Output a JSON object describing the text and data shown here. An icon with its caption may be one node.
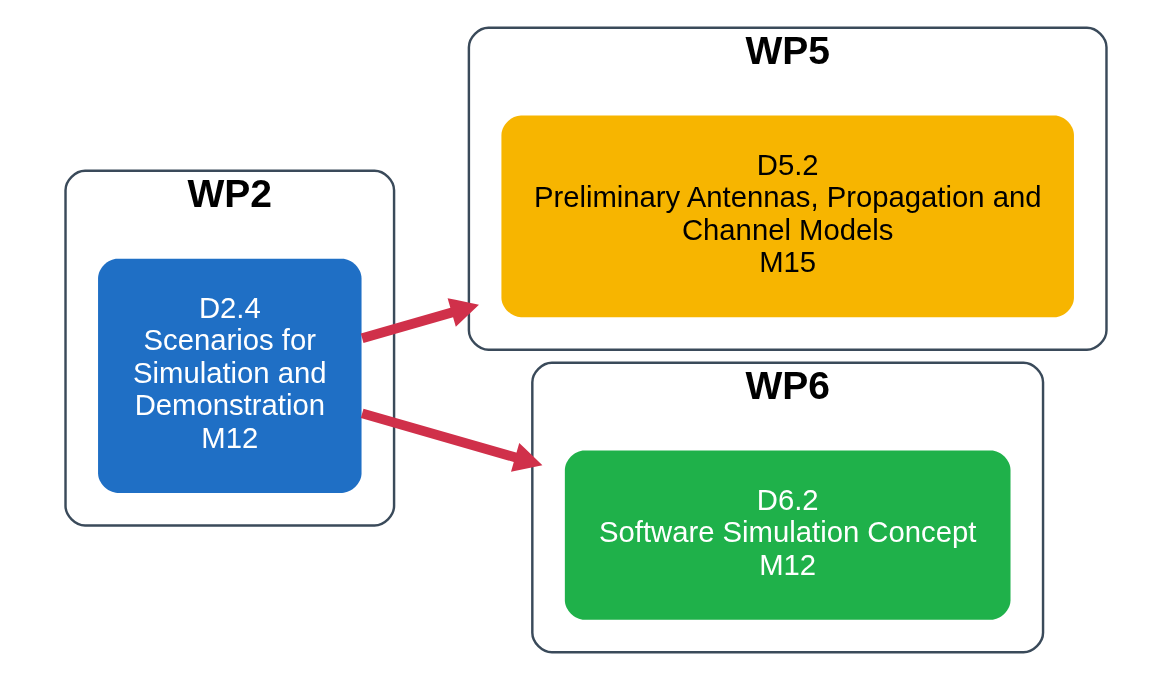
{
  "diagram": {
    "nodes": [
      {
        "text": [
          "WP2"
        ]
      },
      {
        "text": [
          "D2.4",
          "Scenarios for Simulation and Demonstration",
          "M12"
        ],
        "in": 0
      },
      {
        "text": [
          "WP5"
        ]
      },
      {
        "text": [
          "D5.2",
          "Preliminary Antennas, Propagation and Channel Models",
          "M15"
        ],
        "in": 2
      },
      {
        "text": [
          "WP6"
        ]
      },
      {
        "text": [
          "D6.2",
          "Software Simulation Concept",
          "M12"
        ],
        "in": 4
      }
    ],
    "edges": [
      {
        "from": 1,
        "to": 2,
        "arrow": "to"
      },
      {
        "from": 1,
        "to": 4,
        "arrow": "to"
      }
    ]
  }
}
